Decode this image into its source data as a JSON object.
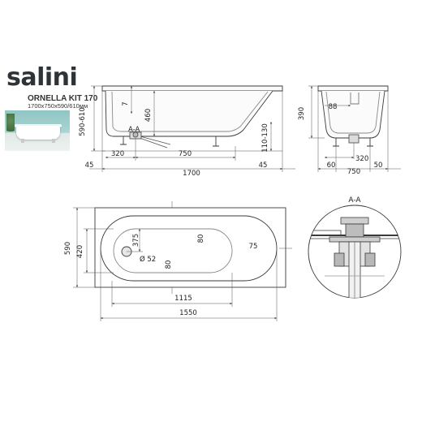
{
  "brand": "salini",
  "model": "ORNELLA KIT 170",
  "size_note": "1700x750x590/610мм",
  "section_label": "A-A",
  "side": {
    "h_total": "590-610",
    "d7": "7",
    "d460": "460",
    "d110": "110-130",
    "d320": "320",
    "d750": "750",
    "d45l": "45",
    "d1700": "1700",
    "d45r": "45"
  },
  "end": {
    "d390": "390",
    "d88": "88",
    "d320": "320",
    "d60": "60",
    "d750": "750",
    "d50": "50"
  },
  "top": {
    "d590": "590",
    "d420": "420",
    "d375": "375",
    "d80a": "80",
    "d75": "75",
    "drain": "Ø 52",
    "d80b": "80",
    "d1115": "1115",
    "d1550": "1550"
  },
  "detail_label": "A-A",
  "colors": {
    "line": "#3a3a3a",
    "dim": "#555555",
    "water": "#8fc5c3"
  }
}
